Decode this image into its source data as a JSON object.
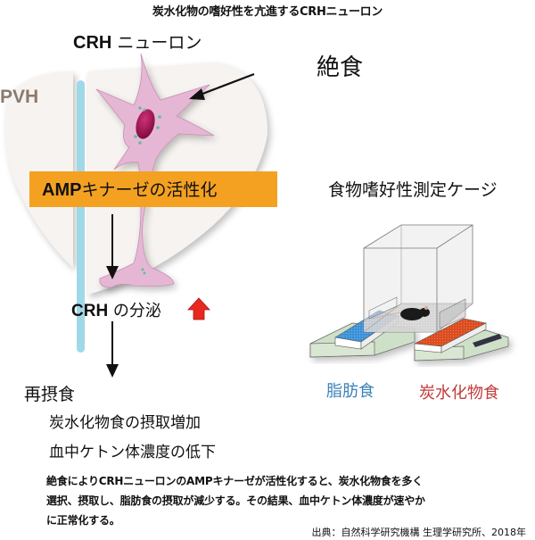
{
  "title": "炭水化物の嗜好性を亢進するCRHニューロン",
  "neuron_label": {
    "bold": "CRH",
    "rest": "ニューロン"
  },
  "fasting_label": "絶食",
  "region_label": "PVH",
  "ampk_box": {
    "bold": "AMP",
    "rest": "キナーゼの活性化",
    "indicator": "up-arrow",
    "indicator_color": "#e8281f",
    "box_color": "#f4a122"
  },
  "secretion": {
    "bold": "CRH",
    "rest": "の分泌",
    "indicator": "up-arrow"
  },
  "cage": {
    "title": "食物嗜好性測定ケージ",
    "fat_food_label": "脂肪食",
    "fat_food_color": "#3b82b8",
    "carb_food_label": "炭水化物食",
    "carb_food_color": "#c23b3b"
  },
  "refeeding": {
    "heading": "再摂食",
    "results": [
      "炭水化物食の摂取増加",
      "血中ケトン体濃度の低下"
    ]
  },
  "summary": [
    "絶食によりCRHニューロンのAMPキナーゼが活性化すると、炭水化物食を多く",
    "選択、摂取し、脂肪食の摂取が減少する。その結果、血中ケトン体濃度が速やか",
    "に正常化する。"
  ],
  "source": "出典：自然科学研究機構 生理学研究所、2018年"
}
